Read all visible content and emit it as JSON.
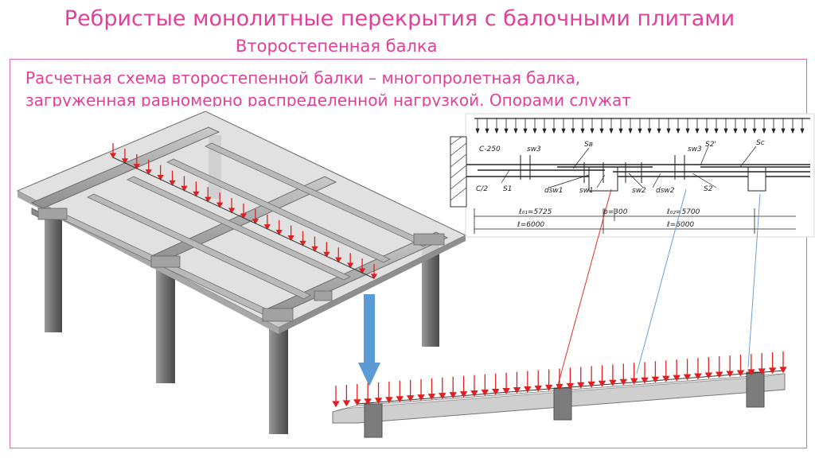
{
  "colors": {
    "accent": "#e0409a",
    "load_arrows": "#e02020",
    "leader_blue": "#6a9fd4",
    "leader_red": "#e03030",
    "down_arrow": "#5b9bd5"
  },
  "slide": {
    "title": "Ребристые монолитные перекрытия с балочными плитами",
    "subtitle": "Второстепенная балка",
    "text_line1": "Расчетная схема второстепенной балки – многопролетная балка,",
    "text_line2": "загруженная равномерно распределенной нагрузкой. Опорами служат"
  },
  "drawing": {
    "labels": {
      "c250": "C-250",
      "c2": "C/2",
      "sw3_left": "sw3",
      "sb": "Sв",
      "sw3_right": "sw3",
      "s2prime": "S2'",
      "sc": "Sc",
      "s1": "S1",
      "dsw1": "dsw1",
      "sw1": "sw1",
      "sw2": "sw2",
      "dsw2": "dsw2",
      "s2": "S2",
      "l01": "ℓ₀₁=5725",
      "b": "b=300",
      "l02": "ℓ₀₂=5700",
      "l1": "ℓ=6000",
      "l2": "ℓ=6000"
    }
  }
}
